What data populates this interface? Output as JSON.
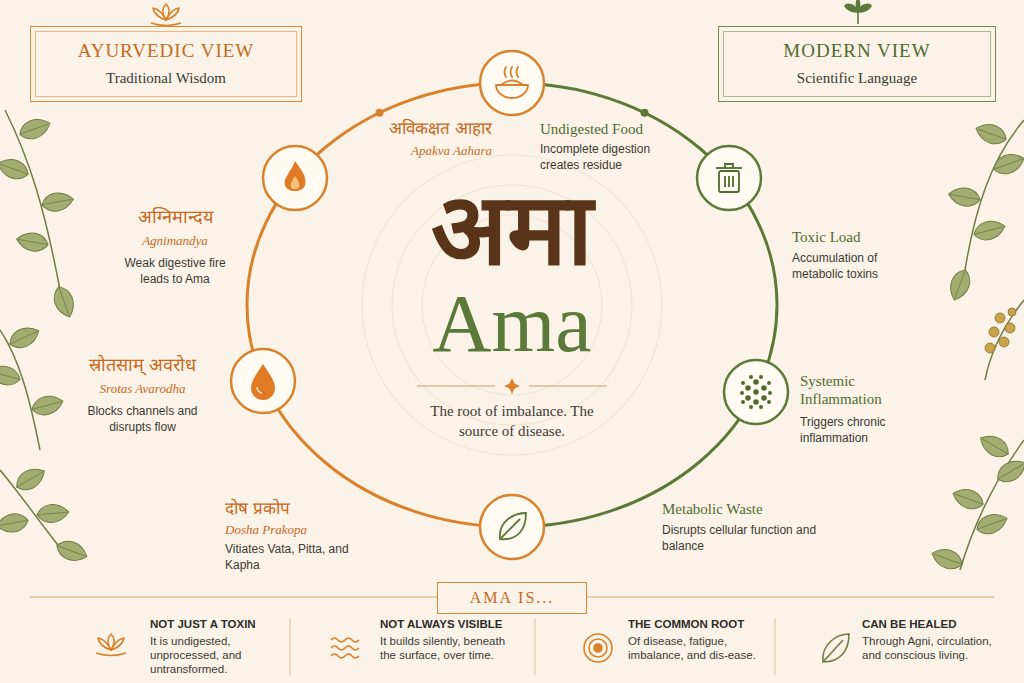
{
  "diagram": {
    "nodes": [
      {
        "text": [
          "AYURVEDIC VIEW",
          "Traditional Wisdom"
        ]
      },
      {
        "text": [
          "MODERN VIEW",
          "Scientific Language"
        ]
      },
      {
        "text": [
          "अमा",
          "Ama",
          "The root of imbalance. The source of disease."
        ]
      },
      {
        "text": [
          "AMA IS..."
        ]
      }
    ],
    "labels": [
      "अविकक्षत आहार",
      "Apakva Aahara",
      "Undigested Food",
      "Incomplete digestion creates residue",
      "अग्निमान्दय",
      "Agnimandya",
      "Weak digestive fire leads to Ama",
      "Toxic Load",
      "Accumulation of metabolic toxins",
      "स्रोतसाम् अवरोध",
      "Srotas Avarodha",
      "Blocks channels and disrupts flow",
      "Systemic Inflammation",
      "Triggers chronic inflammation",
      "दोष प्रकोप",
      "Dosha Prakopa",
      "Vitiates Vata, Pitta, and Kapha",
      "Metabolic Waste",
      "Disrupts cellular function and balance",
      "NOT JUST A TOXIN",
      "It is undigested, unprocessed, and untransformed.",
      "NOT ALWAYS VISIBLE",
      "It builds silently, beneath the surface, over time.",
      "THE COMMON ROOT",
      "Of disease, fatigue, imbalance, and dis-ease.",
      "CAN BE HEALED",
      "Through Agni, circulation, and conscious living."
    ]
  }
}
